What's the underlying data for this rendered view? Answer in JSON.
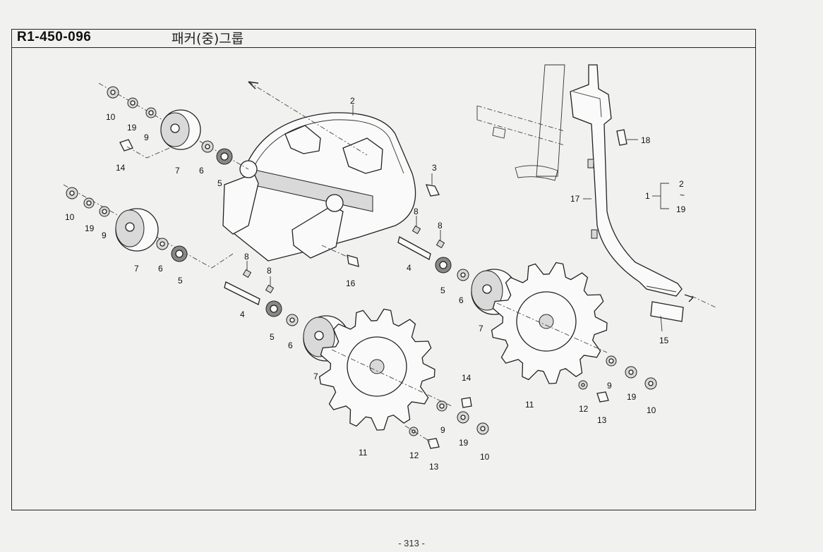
{
  "header": {
    "part_code": "R1-450-096",
    "group_title": "패커(중)그룹"
  },
  "footer": {
    "page_number": "- 313 -"
  },
  "callouts": [
    {
      "id": "c-2-top",
      "text": "2"
    },
    {
      "id": "c-3",
      "text": "3"
    },
    {
      "id": "c-10-a",
      "text": "10"
    },
    {
      "id": "c-19-a",
      "text": "19"
    },
    {
      "id": "c-9-a",
      "text": "9"
    },
    {
      "id": "c-14-a",
      "text": "14"
    },
    {
      "id": "c-7-a",
      "text": "7"
    },
    {
      "id": "c-6-a",
      "text": "6"
    },
    {
      "id": "c-5-a",
      "text": "5"
    },
    {
      "id": "c-10-b",
      "text": "10"
    },
    {
      "id": "c-19-b",
      "text": "19"
    },
    {
      "id": "c-9-b",
      "text": "9"
    },
    {
      "id": "c-7-b",
      "text": "7"
    },
    {
      "id": "c-6-b",
      "text": "6"
    },
    {
      "id": "c-5-b",
      "text": "5"
    },
    {
      "id": "c-8-a",
      "text": "8"
    },
    {
      "id": "c-8-b",
      "text": "8"
    },
    {
      "id": "c-4-a",
      "text": "4"
    },
    {
      "id": "c-5-c",
      "text": "5"
    },
    {
      "id": "c-6-c",
      "text": "6"
    },
    {
      "id": "c-7-c",
      "text": "7"
    },
    {
      "id": "c-16",
      "text": "16"
    },
    {
      "id": "c-8-c",
      "text": "8"
    },
    {
      "id": "c-8-d",
      "text": "8"
    },
    {
      "id": "c-4-b",
      "text": "4"
    },
    {
      "id": "c-5-d",
      "text": "5"
    },
    {
      "id": "c-6-d",
      "text": "6"
    },
    {
      "id": "c-7-d",
      "text": "7"
    },
    {
      "id": "c-11-a",
      "text": "11"
    },
    {
      "id": "c-11-b",
      "text": "11"
    },
    {
      "id": "c-14-b",
      "text": "14"
    },
    {
      "id": "c-9-c",
      "text": "9"
    },
    {
      "id": "c-19-c",
      "text": "19"
    },
    {
      "id": "c-10-c",
      "text": "10"
    },
    {
      "id": "c-12-a",
      "text": "12"
    },
    {
      "id": "c-13-a",
      "text": "13"
    },
    {
      "id": "c-9-d",
      "text": "9"
    },
    {
      "id": "c-19-d",
      "text": "19"
    },
    {
      "id": "c-10-d",
      "text": "10"
    },
    {
      "id": "c-12-b",
      "text": "12"
    },
    {
      "id": "c-13-b",
      "text": "13"
    },
    {
      "id": "c-18",
      "text": "18"
    },
    {
      "id": "c-17",
      "text": "17"
    },
    {
      "id": "c-15",
      "text": "15"
    },
    {
      "id": "c-1",
      "text": "1"
    },
    {
      "id": "c-range-start",
      "text": "2"
    },
    {
      "id": "c-range-tilde",
      "text": "~"
    },
    {
      "id": "c-range-end",
      "text": "19"
    }
  ]
}
